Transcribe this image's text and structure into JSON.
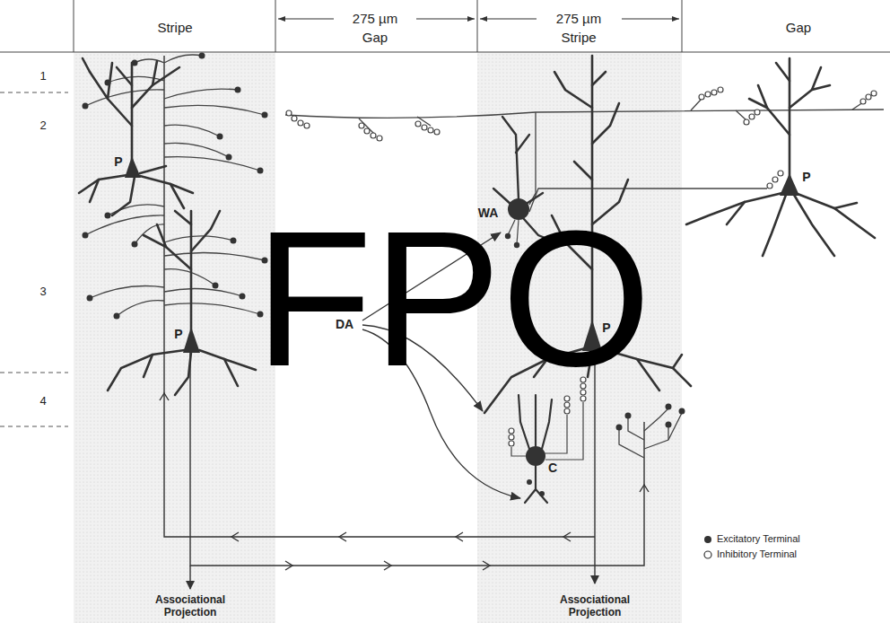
{
  "diagram": {
    "labels": [
      "Stripe",
      "275 µm",
      "Gap",
      "275 µm",
      "Stripe",
      "Gap",
      "1",
      "2",
      "3",
      "4",
      "P",
      "P",
      "WA",
      "DA",
      "P",
      "C",
      "P",
      "Associational Projection",
      "Associational Projection",
      "FPO"
    ],
    "legend": [
      {
        "text": "Excitatory Terminal"
      },
      {
        "text": "Inhibitory Terminal"
      }
    ]
  }
}
